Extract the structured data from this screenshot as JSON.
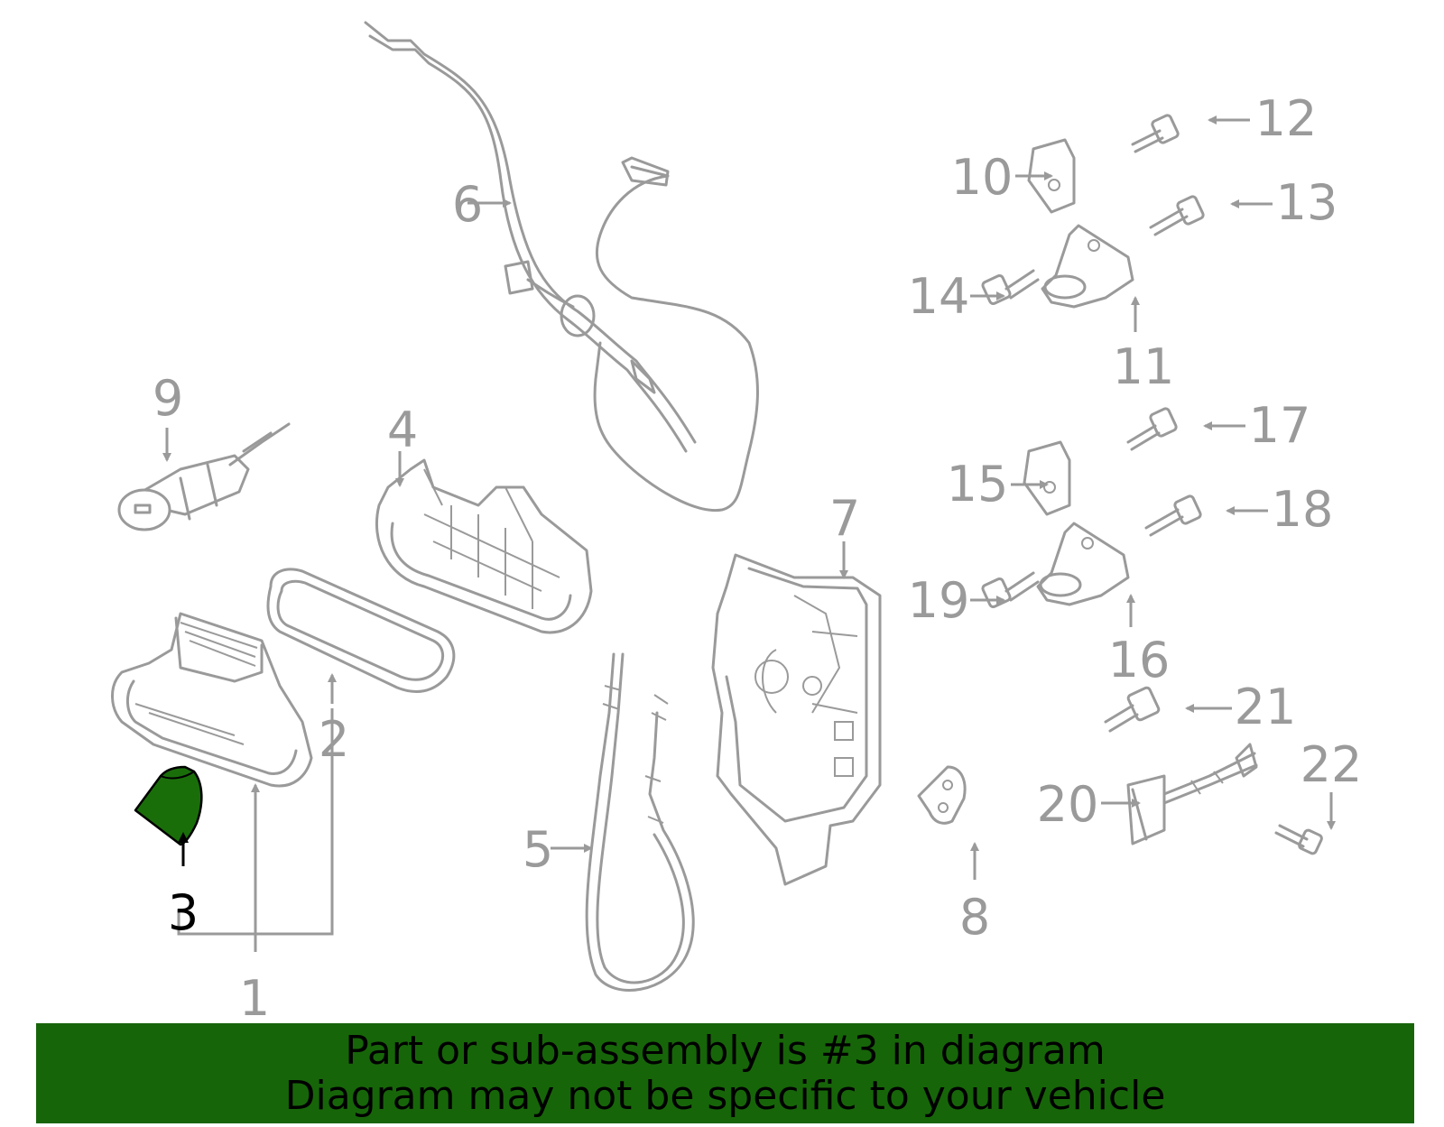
{
  "callouts": [
    "1",
    "2",
    "3",
    "4",
    "5",
    "6",
    "7",
    "8",
    "9",
    "10",
    "11",
    "12",
    "13",
    "14",
    "15",
    "16",
    "17",
    "18",
    "19",
    "20",
    "21",
    "22"
  ],
  "highlighted_part": "3",
  "colors": {
    "highlight": "#1a6e0a",
    "banner": "#176509",
    "line": "#9a9a9a"
  },
  "banner": {
    "line1": "Part or sub-assembly is #3 in diagram",
    "line2": "Diagram may not be specific to your vehicle"
  }
}
